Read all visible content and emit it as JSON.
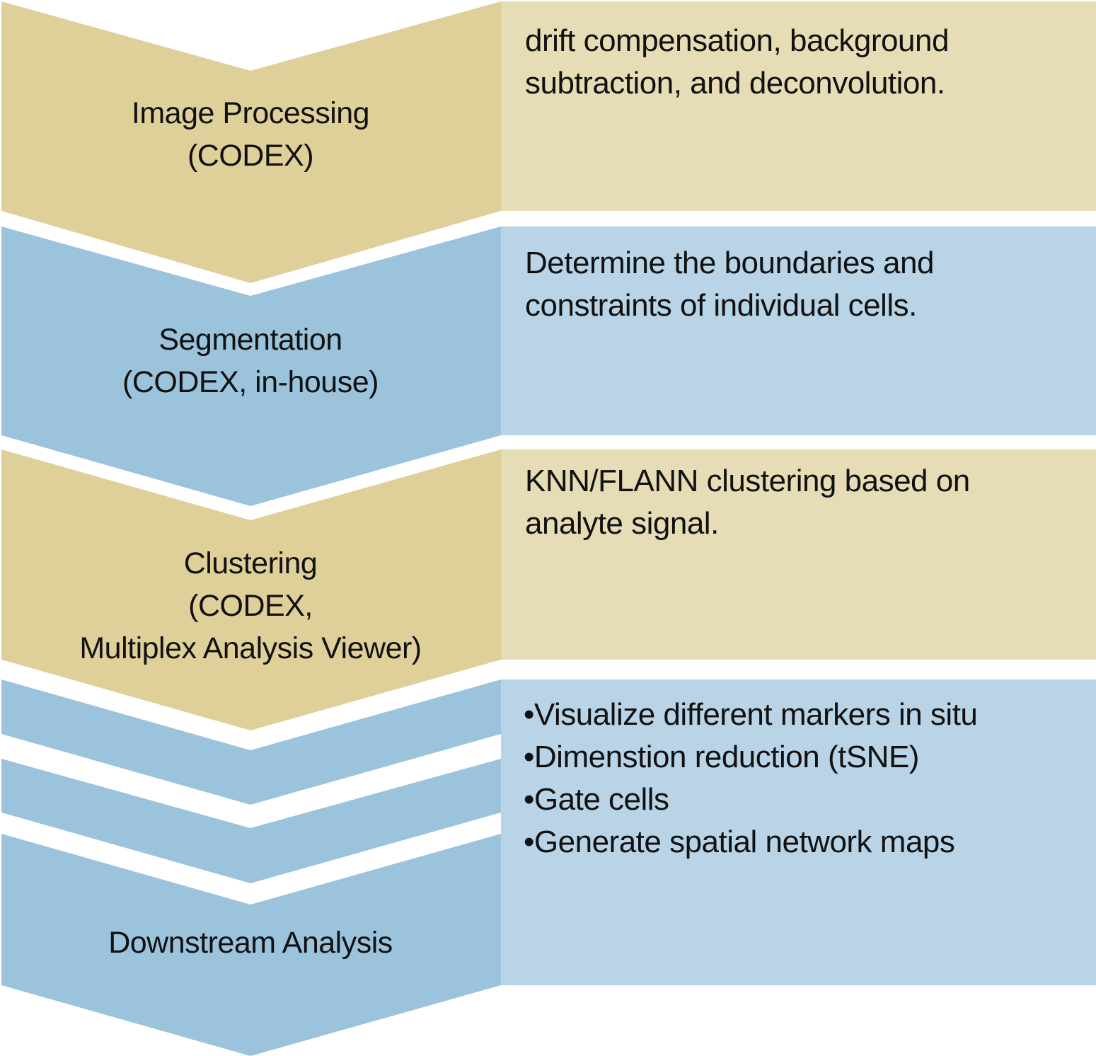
{
  "colors": {
    "tan_chevron": "#dfcf99",
    "tan_box": "#e6dcb6",
    "blue_chevron": "#9bc4dc",
    "blue_box": "#b8d4e6"
  },
  "steps": [
    {
      "title": "Image Processing",
      "tool": "(CODEX)",
      "color": "tan",
      "description": [
        "drift compensation, background",
        "subtraction, and deconvolution."
      ]
    },
    {
      "title": "Segmentation",
      "tool": "(CODEX, in-house)",
      "color": "blue",
      "description": [
        "Determine the boundaries and",
        "constraints of individual cells."
      ]
    },
    {
      "title": "Clustering",
      "tool": "(CODEX,",
      "tool_line2": "Multiplex Analysis Viewer)",
      "color": "tan",
      "description": [
        "KNN/FLANN clustering based on",
        "analyte signal."
      ]
    },
    {
      "title": "Downstream Analysis",
      "color": "blue",
      "bullets": [
        "•Visualize different markers in situ",
        "•Dimenstion reduction (tSNE)",
        "•Gate cells",
        "•Generate spatial network maps"
      ]
    }
  ]
}
